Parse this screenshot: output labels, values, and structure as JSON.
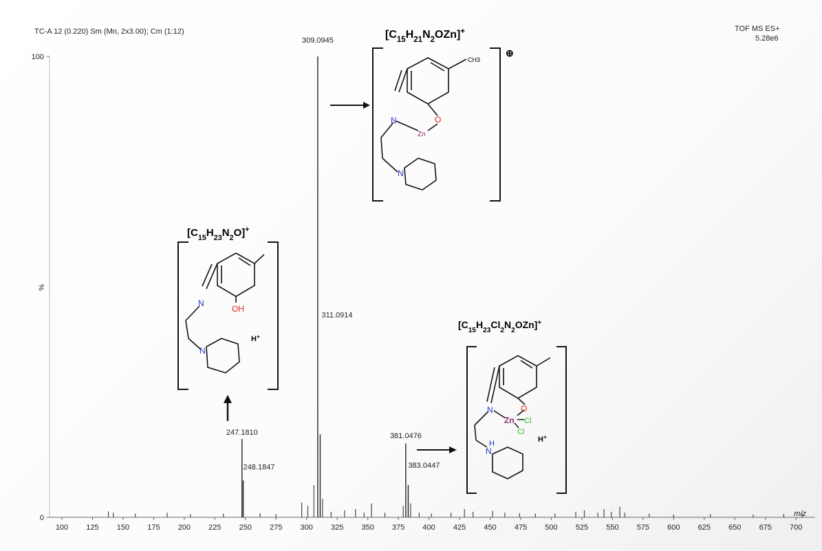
{
  "header": {
    "left": "TC-A 12 (0.220) Sm (Mn, 2x3.00); Cm (1:12)",
    "right_line1": "TOF MS ES+",
    "right_line2": "5.28e6"
  },
  "chart_data": {
    "type": "bar",
    "title": "",
    "xlabel": "m/z",
    "ylabel": "%",
    "xlim": [
      100,
      710
    ],
    "ylim": [
      0,
      100
    ],
    "x_ticks": [
      100,
      125,
      150,
      175,
      200,
      225,
      250,
      275,
      300,
      325,
      350,
      375,
      400,
      425,
      450,
      475,
      500,
      525,
      550,
      575,
      600,
      625,
      650,
      675,
      700
    ],
    "y_ticks": [
      0,
      100
    ],
    "labeled_peaks": [
      {
        "mz": 309.0945,
        "intensity": 100,
        "label": "309.0945"
      },
      {
        "mz": 311.0914,
        "intensity": 18,
        "label": "311.0914"
      },
      {
        "mz": 247.181,
        "intensity": 17,
        "label": "247.1810"
      },
      {
        "mz": 248.1847,
        "intensity": 8,
        "label": "248.1847"
      },
      {
        "mz": 381.0476,
        "intensity": 16,
        "label": "381.0476"
      },
      {
        "mz": 383.0447,
        "intensity": 7,
        "label": "383.0447"
      }
    ],
    "minor_peaks": [
      {
        "mz": 138,
        "intensity": 1.3
      },
      {
        "mz": 142,
        "intensity": 1.0
      },
      {
        "mz": 160,
        "intensity": 0.8
      },
      {
        "mz": 186,
        "intensity": 1.0
      },
      {
        "mz": 205,
        "intensity": 0.7
      },
      {
        "mz": 232,
        "intensity": 0.8
      },
      {
        "mz": 262,
        "intensity": 0.9
      },
      {
        "mz": 275,
        "intensity": 0.7
      },
      {
        "mz": 296,
        "intensity": 3.2
      },
      {
        "mz": 301,
        "intensity": 2.5
      },
      {
        "mz": 306,
        "intensity": 7.0
      },
      {
        "mz": 313,
        "intensity": 4.0
      },
      {
        "mz": 320,
        "intensity": 1.2
      },
      {
        "mz": 331,
        "intensity": 1.5
      },
      {
        "mz": 340,
        "intensity": 1.8
      },
      {
        "mz": 347,
        "intensity": 1.0
      },
      {
        "mz": 353,
        "intensity": 3.0
      },
      {
        "mz": 364,
        "intensity": 1.0
      },
      {
        "mz": 379,
        "intensity": 2.5
      },
      {
        "mz": 385,
        "intensity": 3.0
      },
      {
        "mz": 392,
        "intensity": 1.0
      },
      {
        "mz": 402,
        "intensity": 0.8
      },
      {
        "mz": 418,
        "intensity": 1.0
      },
      {
        "mz": 429,
        "intensity": 1.8
      },
      {
        "mz": 436,
        "intensity": 1.2
      },
      {
        "mz": 452,
        "intensity": 1.4
      },
      {
        "mz": 462,
        "intensity": 1.0
      },
      {
        "mz": 474,
        "intensity": 0.9
      },
      {
        "mz": 487,
        "intensity": 0.8
      },
      {
        "mz": 503,
        "intensity": 0.8
      },
      {
        "mz": 520,
        "intensity": 1.2
      },
      {
        "mz": 527,
        "intensity": 1.5
      },
      {
        "mz": 538,
        "intensity": 1.0
      },
      {
        "mz": 543,
        "intensity": 1.8
      },
      {
        "mz": 549,
        "intensity": 1.2
      },
      {
        "mz": 556,
        "intensity": 2.3
      },
      {
        "mz": 560,
        "intensity": 1.0
      },
      {
        "mz": 580,
        "intensity": 0.8
      },
      {
        "mz": 600,
        "intensity": 0.6
      },
      {
        "mz": 630,
        "intensity": 0.7
      },
      {
        "mz": 665,
        "intensity": 0.6
      },
      {
        "mz": 690,
        "intensity": 0.7
      },
      {
        "mz": 705,
        "intensity": 0.8
      }
    ]
  },
  "structures": {
    "top": {
      "formula": "[C15H21N2OZn]+",
      "charge_symbol": "⊕",
      "atoms": {
        "ch3": "CH3",
        "n1": "N",
        "o": "O",
        "zn": "Zn",
        "n2": "N"
      }
    },
    "left": {
      "formula": "[C15H23N2O]+",
      "proton": "H+",
      "atoms": {
        "n1": "N",
        "oh": "OH",
        "n2": "N"
      }
    },
    "right": {
      "formula": "[C15H23Cl2N2OZn]+",
      "proton": "H+",
      "atoms": {
        "n1": "N",
        "o": "O",
        "zn": "Zn",
        "cl1": "Cl",
        "cl2": "Cl",
        "nh": "N",
        "h": "H"
      }
    }
  },
  "colors": {
    "nitrogen": "#2233cc",
    "oxygen": "#e02020",
    "zinc": "#8a2d6e",
    "chlorine": "#22bb22",
    "bond": "#111111",
    "spectrum": "#333333"
  }
}
